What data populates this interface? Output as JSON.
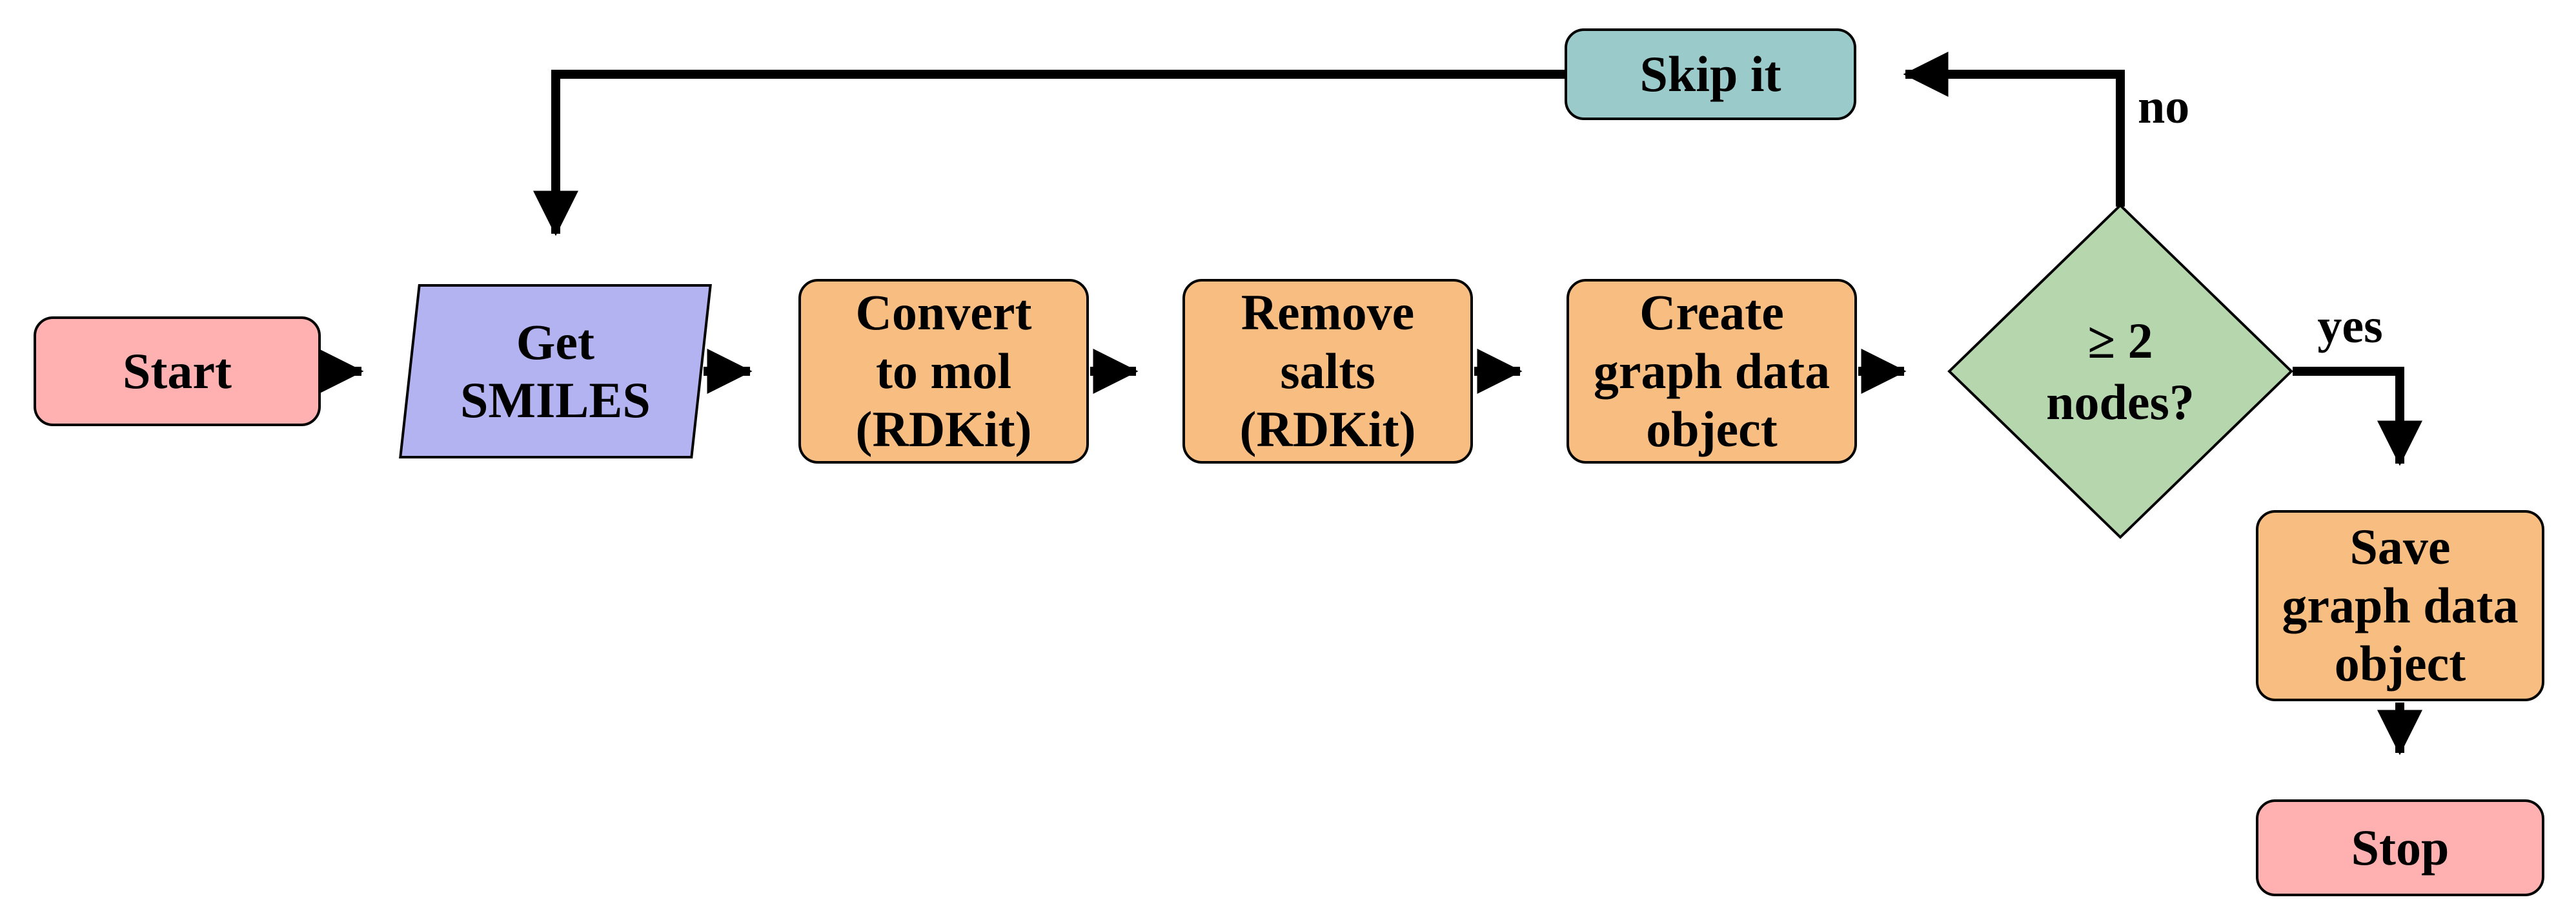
{
  "nodes": {
    "start": {
      "label": "Start",
      "fill": "#ffb1b1"
    },
    "get_smiles": {
      "label": "Get\nSMILES",
      "fill": "#b3b3f2"
    },
    "convert": {
      "label": "Convert\nto mol\n(RDKit)",
      "fill": "#f8bd81"
    },
    "remove_salts": {
      "label": "Remove\nsalts\n(RDKit)",
      "fill": "#f8bd81"
    },
    "create_graph": {
      "label": "Create\ngraph data\nobject",
      "fill": "#f8bd81"
    },
    "decision": {
      "label": "≥ 2\nnodes?",
      "fill": "#b6d7ae"
    },
    "save_graph": {
      "label": "Save\ngraph data\nobject",
      "fill": "#f8bd81"
    },
    "stop": {
      "label": "Stop",
      "fill": "#ffb1b1"
    },
    "skip": {
      "label": "Skip it",
      "fill": "#9bcaca"
    }
  },
  "edges": {
    "yes_label": "yes",
    "no_label": "no"
  },
  "style": {
    "line_color": "#000000",
    "background": "#ffffff"
  }
}
